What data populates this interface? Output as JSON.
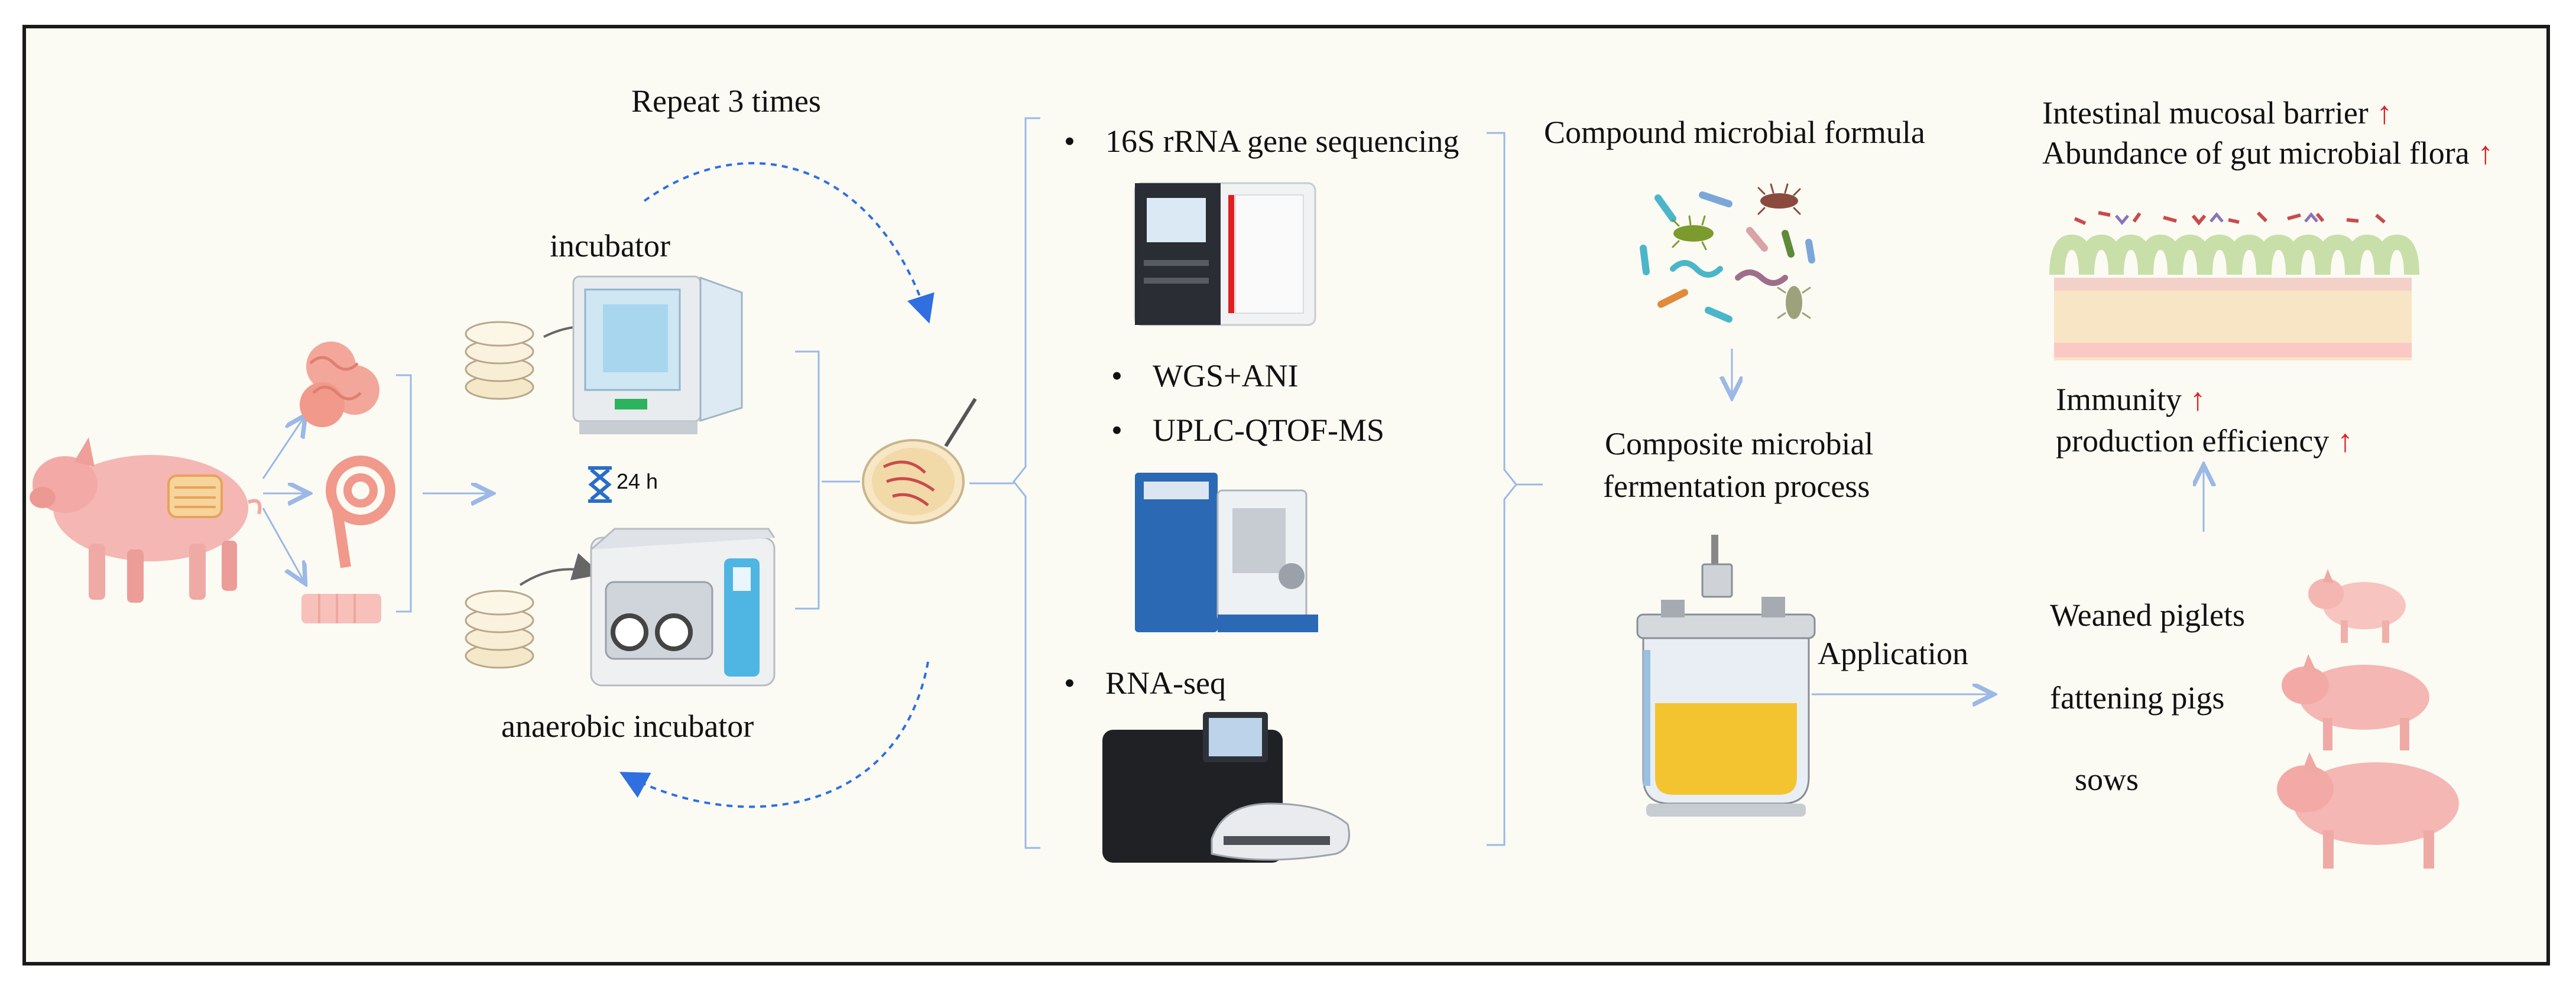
{
  "loop": {
    "repeat_label": "Repeat 3 times"
  },
  "culture": {
    "incubator_label": "incubator",
    "timer_label": "24 h",
    "anaerobic_label": "anaerobic incubator"
  },
  "analysis": {
    "items": [
      "16S rRNA gene sequencing",
      "WGS+ANI",
      "UPLC-QTOF-MS",
      "RNA-seq"
    ]
  },
  "process": {
    "formula_label": "Compound microbial formula",
    "fermentation_line1": "Composite microbial",
    "fermentation_line2": "fermentation process",
    "application_label": "Application"
  },
  "outcomes": {
    "barrier": "Intestinal mucosal barrier",
    "abundance": "Abundance of gut microbial flora",
    "immunity": "Immunity",
    "production": "production efficiency",
    "up_arrow": "↑"
  },
  "targets": [
    "Weaned piglets",
    "fattening pigs",
    "sows"
  ],
  "colors": {
    "background": "#fbfbf4",
    "pig_pink": "#f5b7b3",
    "arrow_blue": "#9bb8e6",
    "loop_blue": "#2f6fe0",
    "accent_red": "#e02020",
    "ferment_yellow": "#f4c430"
  }
}
